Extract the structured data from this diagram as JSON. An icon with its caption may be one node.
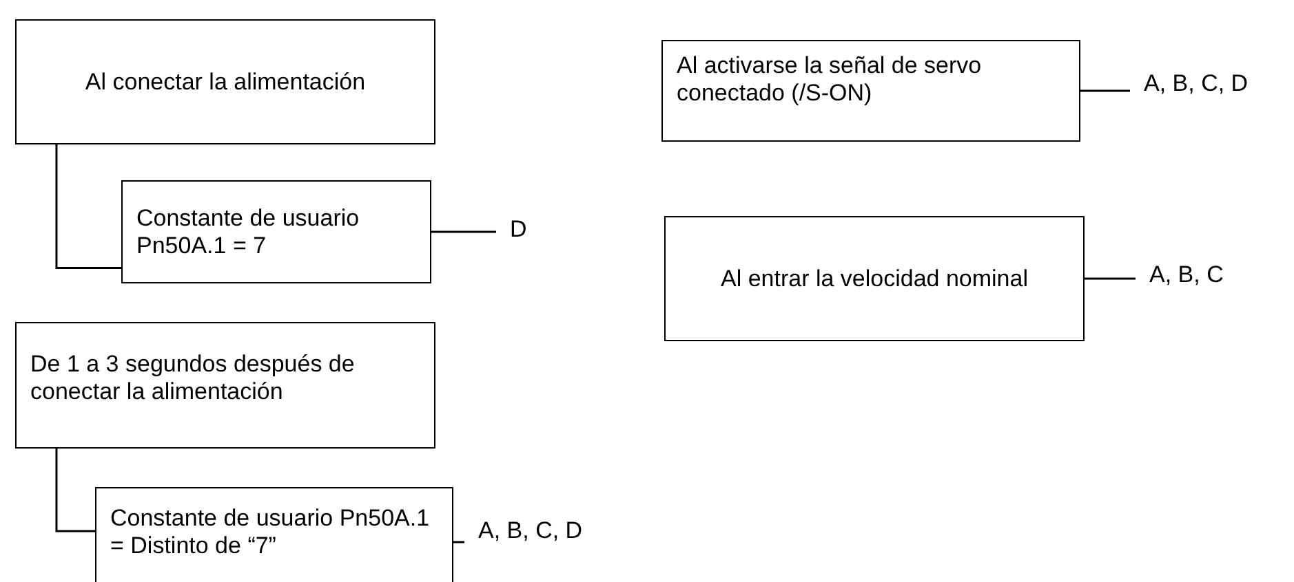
{
  "diagram": {
    "nodes": [
      {
        "text": [
          "Al conectar la alimentación"
        ]
      },
      {
        "text": [
          "Constante de usuario Pn50A.1 = 7"
        ]
      },
      {
        "text": [
          "D"
        ]
      },
      {
        "text": [
          "De 1 a 3 segundos después de conectar la alimentación"
        ]
      },
      {
        "text": [
          "Constante de usuario Pn50A.1 = Distinto de “7”"
        ]
      },
      {
        "text": [
          "A, B, C, D"
        ]
      },
      {
        "text": [
          "Al activarse la señal de servo conectado (/S-ON)"
        ]
      },
      {
        "text": [
          "A, B, C, D"
        ]
      },
      {
        "text": [
          "Al entrar la velocidad nominal"
        ]
      },
      {
        "text": [
          "A, B, C"
        ]
      }
    ],
    "edges": [
      {
        "from": 0,
        "to": 1,
        "arrow": "none"
      },
      {
        "from": 1,
        "to": 2,
        "arrow": "none"
      },
      {
        "from": 3,
        "to": 4,
        "arrow": "none"
      },
      {
        "from": 4,
        "to": 5,
        "arrow": "none"
      },
      {
        "from": 6,
        "to": 7,
        "arrow": "none"
      },
      {
        "from": 8,
        "to": 9,
        "arrow": "none"
      }
    ]
  }
}
